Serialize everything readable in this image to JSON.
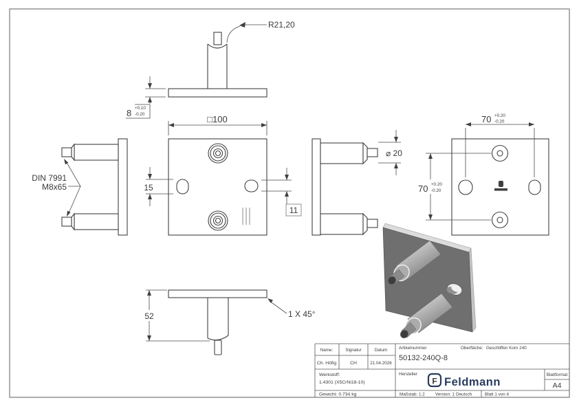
{
  "dims": {
    "radius": "R21,20",
    "thickness": "8",
    "thickness_tol_plus": "+0.10",
    "thickness_tol_minus": "-0.20",
    "width": "□100",
    "slot_height": "15",
    "slot_offset": "11",
    "screw_standard": "DIN 7991",
    "screw_size": "M8x65",
    "post_diameter": "⌀ 20",
    "spacing_h": "70",
    "spacing_h_tol_plus": "+0.20",
    "spacing_h_tol_minus": "-0.20",
    "spacing_v": "70",
    "spacing_v_tol_plus": "+0.20",
    "spacing_v_tol_minus": "-0.20",
    "height": "52",
    "chamfer": "1 X 45°"
  },
  "title_block": {
    "name_header": "Name:",
    "signature_header": "Signatur",
    "date_header": "Datum",
    "name_value": "Ch. Höfig",
    "signature_value": "CH",
    "date_value": "21.04.2026",
    "artikelnummer_label": "Artikelnummer",
    "artikelnummer_value": "50132-240Q-8",
    "oberflaeche_label": "Oberfläche:",
    "oberflaeche_value": "Geschliffen Korn 240",
    "werkstoff_label": "Werkstoff:",
    "werkstoff_value": "1.4301 (X5CrNi18-10)",
    "gewicht": "Gewicht: 0.734 kg",
    "hersteller_label": "Hersteller",
    "brand": "Feldmann",
    "brand_initial": "F",
    "blattformat_label": "Blattformat",
    "blattformat_value": "A4",
    "massstab": "Maßstab: 1:2",
    "version": "Version: 1",
    "sprache": "Deutsch",
    "blatt": "Blatt 1 von 4"
  },
  "colors": {
    "line": "#404040",
    "frame": "#9a9a9a",
    "brand_navy": "#283c5f",
    "plate_face": "#6f6f6f"
  }
}
